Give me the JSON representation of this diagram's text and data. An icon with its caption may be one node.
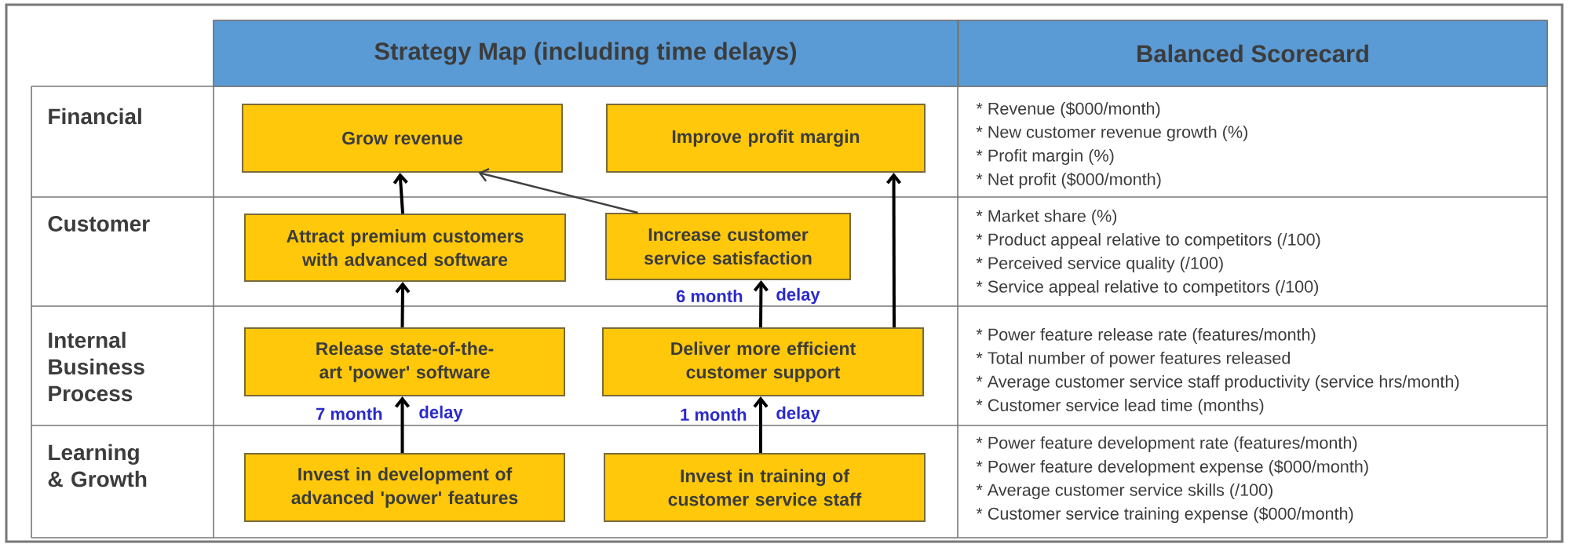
{
  "diagram": {
    "nodes": [
      {
        "text": [
          "Grow revenue"
        ]
      },
      {
        "text": [
          "Improve profit margin"
        ]
      },
      {
        "text": [
          "Attract premium customers with advanced software"
        ]
      },
      {
        "text": [
          "Increase customer service satisfaction"
        ]
      },
      {
        "text": [
          "Release state-of-the-art 'power' software"
        ]
      },
      {
        "text": [
          "Deliver more efficient customer support"
        ]
      },
      {
        "text": [
          "Invest in development of advanced 'power' features"
        ]
      },
      {
        "text": [
          "Invest in training of customer service staff"
        ]
      }
    ],
    "edges": [
      {
        "from": 2,
        "to": 0,
        "arrow": "to"
      },
      {
        "from": 3,
        "to": 0,
        "arrow": "to",
        "color": "#404040"
      },
      {
        "from": 4,
        "to": 2,
        "arrow": "to"
      },
      {
        "from": 5,
        "to": 3,
        "arrow": "to"
      },
      {
        "from": 5,
        "to": 1,
        "arrow": "to"
      },
      {
        "from": 6,
        "to": 4,
        "arrow": "to"
      },
      {
        "from": 7,
        "to": 5,
        "arrow": "to"
      }
    ],
    "labels": [
      "Strategy Map (including time delays)",
      "Balanced Scorecard",
      "Financial",
      "* Revenue ($000/month)",
      "* New customer revenue growth (%)",
      "* Profit margin (%)",
      "* Net profit ($000/month)",
      "Customer",
      "6 month",
      "delay",
      "* Market share (%)",
      "* Product appeal relative to competitors (/100)",
      "* Perceived service quality (/100)",
      "* Service appeal relative to competitors (/100)",
      "Internal Business Process",
      "7 month",
      "delay",
      "1 month",
      "delay",
      "* Power feature release rate (features/month)",
      "* Total number of power features released",
      "* Average customer service staff productivity (service hrs/month)",
      "* Customer service lead time (months)",
      "Learning & Growth",
      "* Power feature development rate (features/month)",
      "* Power feature development expense ($000/month)",
      "* Average customer service skills (/100)",
      "* Customer service training expense ($000/month)"
    ]
  }
}
